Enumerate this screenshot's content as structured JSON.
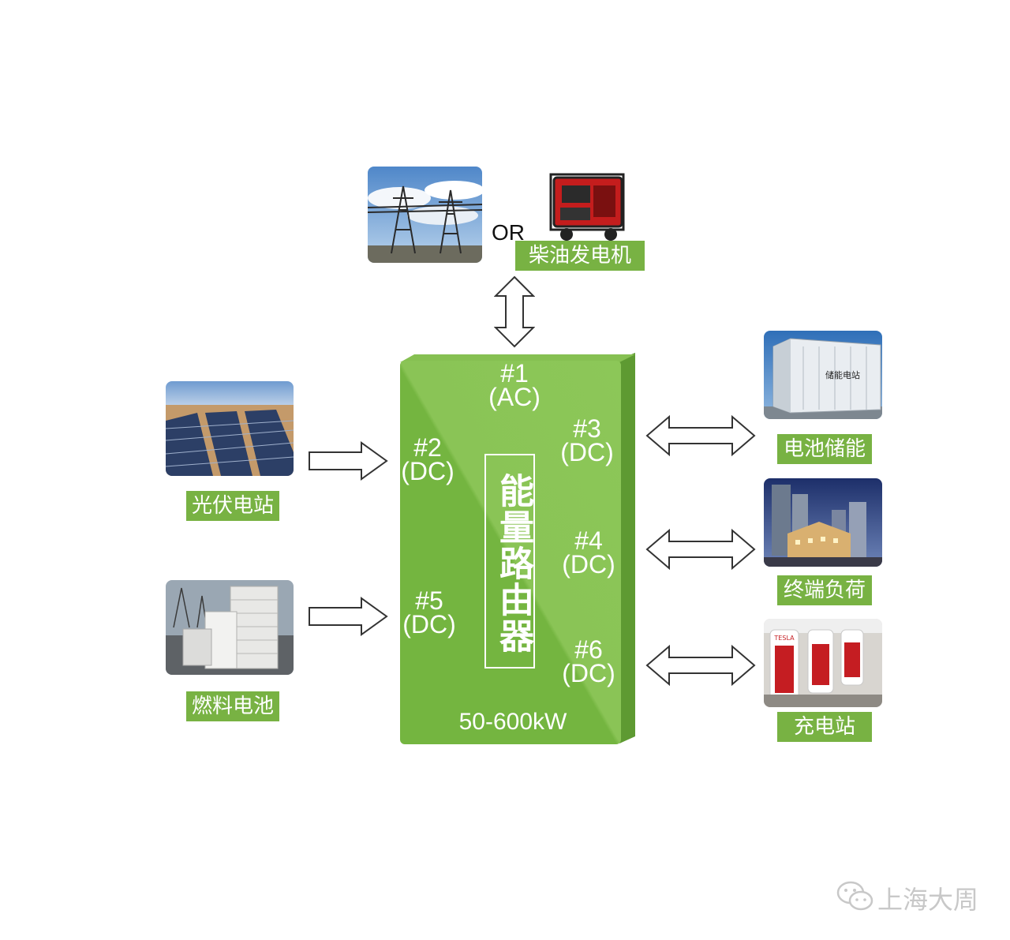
{
  "diagram": {
    "title": "",
    "router": {
      "name": "能量路由器",
      "power": "50-600kW",
      "ports": [
        {
          "id": "#1",
          "type": "(AC)"
        },
        {
          "id": "#2",
          "type": "(DC)"
        },
        {
          "id": "#3",
          "type": "(DC)"
        },
        {
          "id": "#4",
          "type": "(DC)"
        },
        {
          "id": "#5",
          "type": "(DC)"
        },
        {
          "id": "#6",
          "type": "(DC)"
        }
      ]
    },
    "top": {
      "or_text": "OR",
      "generator_label": "柴油发电机"
    },
    "left": [
      {
        "label": "光伏电站"
      },
      {
        "label": "燃料电池"
      }
    ],
    "right": [
      {
        "label": "电池储能"
      },
      {
        "label": "终端负荷"
      },
      {
        "label": "充电站"
      }
    ],
    "container_text": "储能电站",
    "tesla_text": "TESLA",
    "watermark": "上海大周",
    "colors": {
      "green_front": "#7cbb47",
      "green_side": "#5e9a32",
      "tag_green": "#78b243"
    }
  }
}
